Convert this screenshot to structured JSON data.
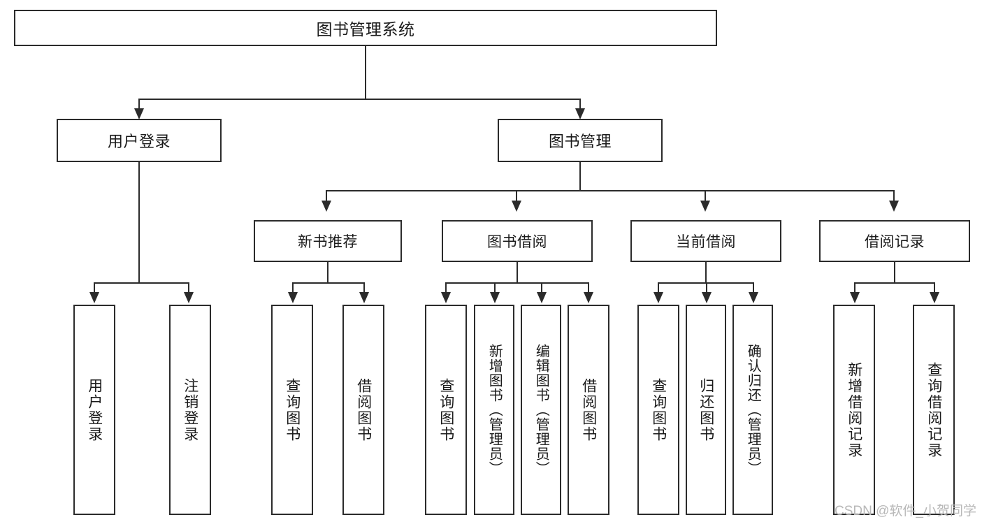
{
  "diagram": {
    "type": "tree-hierarchy",
    "title": "图书管理系统",
    "watermark": "CSDN @软件_小贺同学",
    "colors": {
      "stroke": "#2b2b2b",
      "fill": "#ffffff",
      "text": "#1a1a1a",
      "watermark": "#b8b8b8"
    },
    "nodes": {
      "root": {
        "label": "图书管理系统"
      },
      "level2": [
        {
          "id": "user-login",
          "label": "用户登录"
        },
        {
          "id": "book-management",
          "label": "图书管理"
        }
      ],
      "level3": [
        {
          "id": "new-book-recommend",
          "label": "新书推荐"
        },
        {
          "id": "book-borrow",
          "label": "图书借阅"
        },
        {
          "id": "current-borrow",
          "label": "当前借阅"
        },
        {
          "id": "borrow-record",
          "label": "借阅记录"
        }
      ],
      "leaves": {
        "user-login": [
          {
            "id": "login",
            "label": "用户登录"
          },
          {
            "id": "logout",
            "label": "注销登录"
          }
        ],
        "new-book-recommend": [
          {
            "id": "query-book-1",
            "label": "查询图书"
          },
          {
            "id": "borrow-book-1",
            "label": "借阅图书"
          }
        ],
        "book-borrow": [
          {
            "id": "query-book-2",
            "label": "查询图书"
          },
          {
            "id": "add-book",
            "label": "新增图书（管理员）"
          },
          {
            "id": "edit-book",
            "label": "编辑图书（管理员）"
          },
          {
            "id": "borrow-book-2",
            "label": "借阅图书"
          }
        ],
        "current-borrow": [
          {
            "id": "query-book-3",
            "label": "查询图书"
          },
          {
            "id": "return-book",
            "label": "归还图书"
          },
          {
            "id": "confirm-return",
            "label": "确认归还（管理员）"
          }
        ],
        "borrow-record": [
          {
            "id": "add-borrow-record",
            "label": "新增借阅记录"
          },
          {
            "id": "query-borrow-record",
            "label": "查询借阅记录"
          }
        ]
      }
    }
  }
}
